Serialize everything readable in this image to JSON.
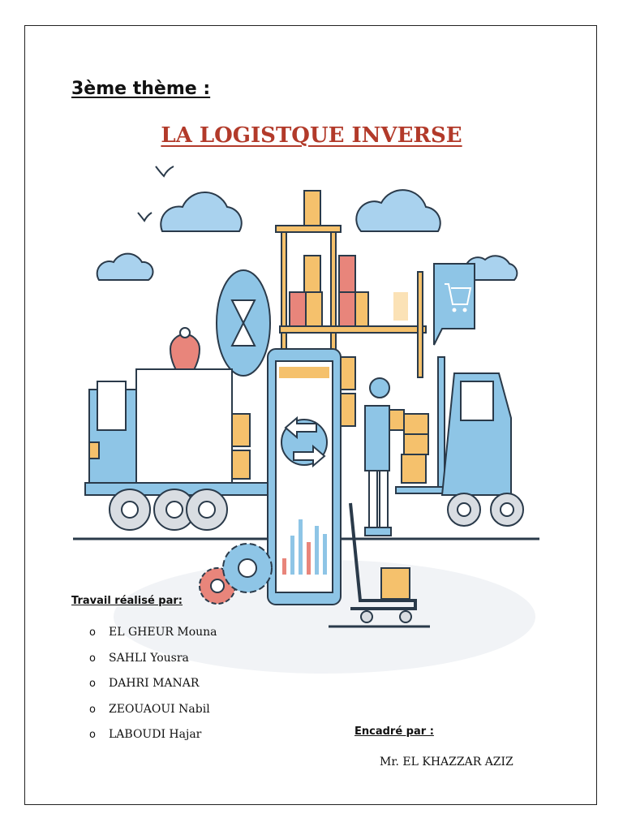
{
  "header": {
    "theme_label": "3ème thème :",
    "title": "LA LOGISTQUE INVERSE"
  },
  "team": {
    "label": "Travail réalisé par:",
    "bullet": "o",
    "members": [
      "EL GHEUR Mouna",
      "SAHLI Yousra",
      "DAHRI MANAR",
      "ZEOUAOUI Nabil",
      "LABOUDI Hajar"
    ]
  },
  "supervision": {
    "label": "Encadré par :",
    "name": "Mr. EL KHAZZAR AZIZ"
  },
  "colors": {
    "title": "#b23a2a",
    "illustration_blue": "#8ec5e6",
    "illustration_orange": "#f5c16c",
    "illustration_red": "#e8857b",
    "outline": "#2a3a4a"
  },
  "illustration": {
    "icons": [
      "cloud-icon",
      "bird-icon",
      "location-pin-icon",
      "hourglass-icon",
      "shopping-cart-icon",
      "exchange-arrows-icon",
      "gear-icon",
      "truck-icon",
      "forklift-icon",
      "hand-truck-icon",
      "warehouse-shelf-icon",
      "smartphone-icon",
      "worker-icon",
      "box-icon",
      "bar-chart-icon"
    ]
  }
}
